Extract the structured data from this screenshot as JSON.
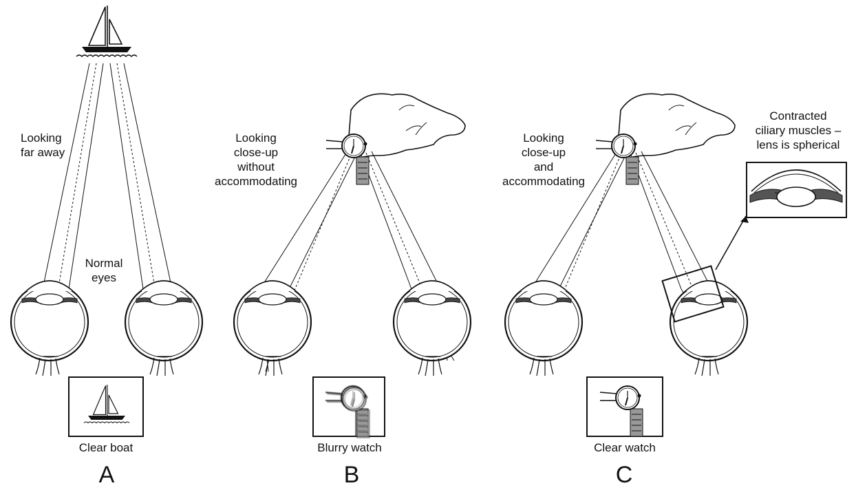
{
  "panels": [
    {
      "letter": "A",
      "view_label": [
        "Looking",
        "far away"
      ],
      "eye_label": [
        "Normal",
        "eyes"
      ],
      "caption": "Clear boat",
      "object": "sailboat"
    },
    {
      "letter": "B",
      "view_label": [
        "Looking",
        "close-up",
        "without",
        "accommodating"
      ],
      "caption": "Blurry watch",
      "object": "wristwatch"
    },
    {
      "letter": "C",
      "view_label": [
        "Looking",
        "close-up",
        "and",
        "accommodating"
      ],
      "caption": "Clear watch",
      "object": "wristwatch"
    }
  ],
  "inset": {
    "title": [
      "Contracted",
      "ciliary muscles –",
      "lens is spherical"
    ]
  }
}
